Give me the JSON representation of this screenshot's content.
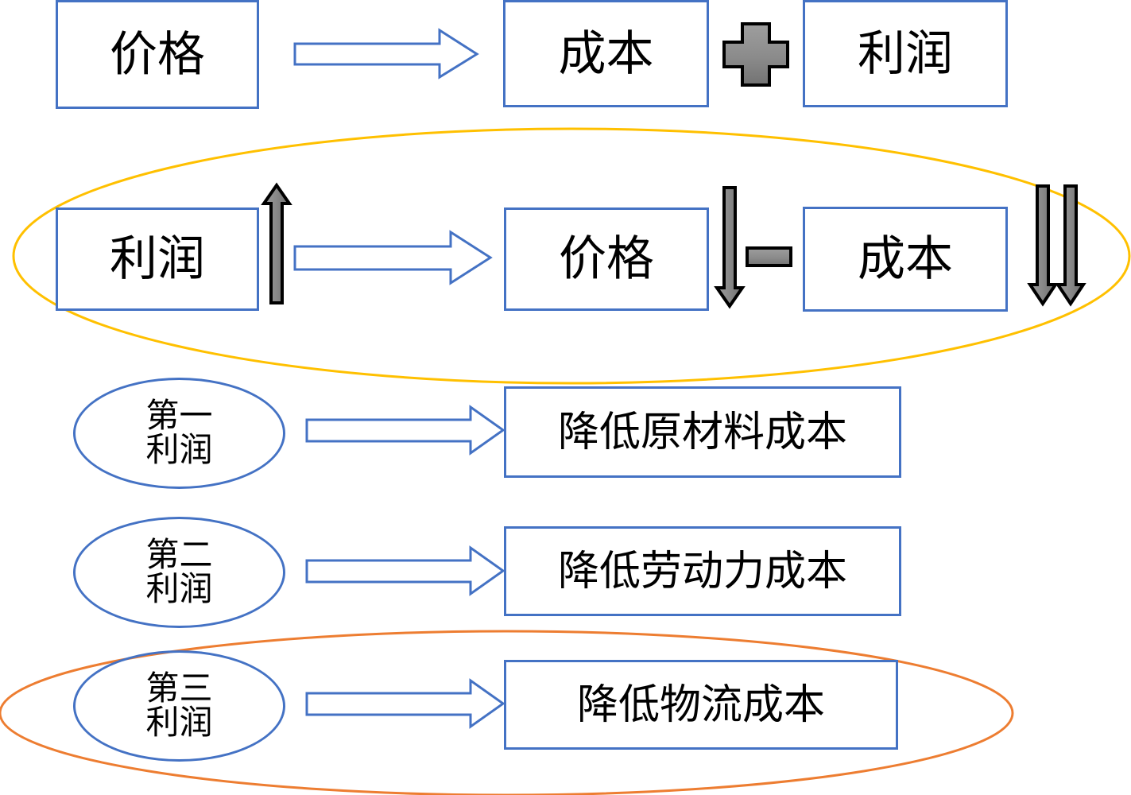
{
  "diagram": {
    "title_text_language": "zh",
    "colors": {
      "box_border": "#4472c4",
      "arrow_blue": "#4472c4",
      "highlight_yellow": "#ffc000",
      "highlight_orange": "#ed7d31",
      "operator_gray_light": "#a6a6a6",
      "operator_gray_dark": "#6b6b6b",
      "operator_outline": "#000000",
      "text": "#000000",
      "background": "#ffffff"
    },
    "rows": [
      {
        "id": "row-price-equation",
        "left_box": "价格",
        "right_boxes": [
          "成本",
          "利润"
        ],
        "operator": "+",
        "arrow": "right-block-arrow"
      },
      {
        "id": "row-profit-equation",
        "left_box": "利润",
        "right_boxes": [
          "价格",
          "成本"
        ],
        "operator": "−",
        "arrow": "right-block-arrow",
        "indicators": {
          "left_trend": "up",
          "middle_trend": "down",
          "right_trend": "down-down"
        },
        "highlight": "yellow-ellipse"
      },
      {
        "id": "row-first-profit",
        "ellipse_lines": [
          "第一",
          "利润"
        ],
        "target_box": "降低原材料成本",
        "arrow": "right-block-arrow"
      },
      {
        "id": "row-second-profit",
        "ellipse_lines": [
          "第二",
          "利润"
        ],
        "target_box": "降低劳动力成本",
        "arrow": "right-block-arrow"
      },
      {
        "id": "row-third-profit",
        "ellipse_lines": [
          "第三",
          "利润"
        ],
        "target_box": "降低物流成本",
        "arrow": "right-block-arrow",
        "highlight": "orange-ellipse"
      }
    ]
  }
}
